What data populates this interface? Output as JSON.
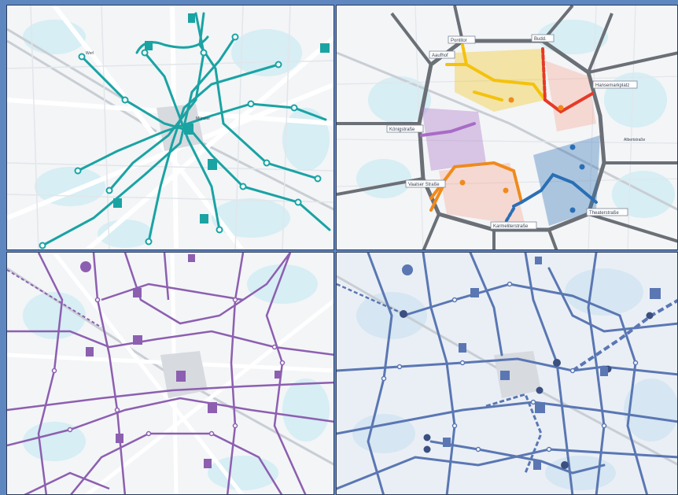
{
  "colors": {
    "frame": "#5f87bf",
    "land": "#f3f5f7",
    "park": "#d6eef4",
    "road_major": "#ffffff",
    "road_minor": "#e2e6ea",
    "rail": "#c9ced4",
    "teal": "#1aa3a3",
    "purple": "#8d5fb0",
    "blue": "#5a77b3",
    "road_dark": "#6b6f76",
    "yellow": "#f4c20d",
    "red": "#e53a27",
    "orange": "#f08a1c",
    "violet": "#a86cc5",
    "route_blue": "#2a6fb5",
    "salmon": "#f7a38b"
  },
  "panels": {
    "teal": {
      "labels": [
        "Werl",
        "Münster"
      ]
    },
    "zones": {
      "labels": {
        "pontitor": "Pontitor",
        "buddentor": "Budd.",
        "ausstrasse": "Aaufhof",
        "hansaring": "Hansemarkplatz",
        "koenigstrasse": "Königstraße",
        "vaalser": "Vaalser Straße",
        "theater": "Theaterstraße",
        "karmeliter": "Karmeliterstraße",
        "albert": "Albertstraße"
      }
    }
  }
}
